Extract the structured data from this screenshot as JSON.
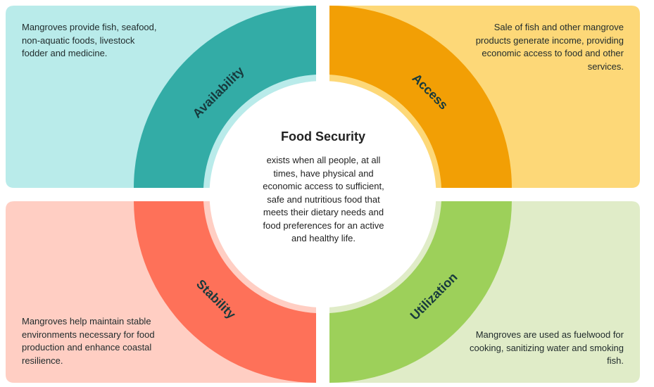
{
  "colors": {
    "availability_bg": "#b9ebea",
    "availability_arc": "#33aca6",
    "access_bg": "#fdd878",
    "access_arc": "#f29f05",
    "stability_bg": "#ffcec3",
    "stability_arc": "#fe7159",
    "utilization_bg": "#e0ecc8",
    "utilization_arc": "#9dd05a",
    "label_text": "#173a3d"
  },
  "center": {
    "title": "Food Security",
    "description": "exists when all people, at all times, have physical and economic access to sufficient, safe and nutritious food that meets their dietary needs and food preferences for an active and healthy life."
  },
  "quadrants": {
    "availability": {
      "label": "Availability",
      "text": "Mangroves provide fish, seafood, non-aquatic foods, livestock fodder and medicine."
    },
    "access": {
      "label": "Access",
      "text": "Sale of fish and other mangrove products generate income, providing economic access to food and other services."
    },
    "stability": {
      "label": "Stability",
      "text": "Mangroves help maintain stable environments necessary for food production and enhance coastal resilience."
    },
    "utilization": {
      "label": "Utilization",
      "text": "Mangroves are used as fuelwood for cooking, sanitizing water and smoking fish."
    }
  }
}
